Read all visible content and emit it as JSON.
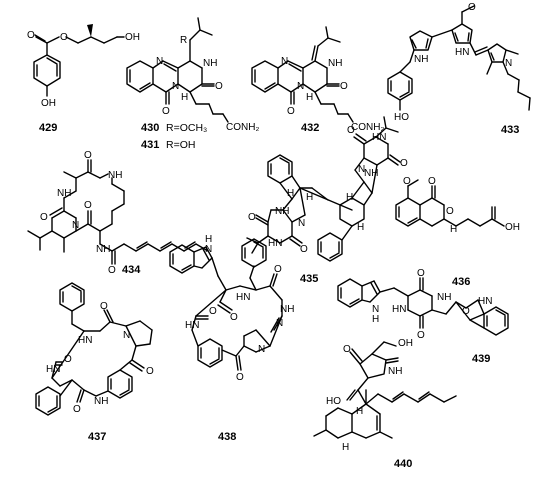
{
  "compounds": {
    "c429": {
      "number": "429",
      "atoms": {
        "o1": "O",
        "o2": "O",
        "oh1": "OH",
        "oh2": "OH"
      }
    },
    "c430": {
      "number": "430",
      "r_label": "R=OCH₃"
    },
    "c431": {
      "number": "431",
      "r_label": "R=OH"
    },
    "c430_431": {
      "atoms": {
        "n1": "N",
        "n2": "N",
        "nh": "NH",
        "r": "R",
        "o1": "O",
        "o2": "O",
        "h": "H",
        "conh2": "CONH₂"
      }
    },
    "c432": {
      "number": "432",
      "atoms": {
        "n1": "N",
        "n2": "N",
        "nh": "NH",
        "o1": "O",
        "o2": "O",
        "h": "H",
        "conh2": "CONH₂"
      }
    },
    "c433": {
      "number": "433",
      "atoms": {
        "nh1": "NH",
        "nh2": "HN",
        "n": "N",
        "o": "O",
        "oh": "HO"
      }
    },
    "c434": {
      "number": "434",
      "atoms": {
        "o1": "O",
        "nh1": "NH",
        "nh2": "NH",
        "o2": "O",
        "n": "N",
        "o3": "O",
        "nh3": "NH",
        "o4": "O"
      }
    },
    "c435": {
      "number": "435",
      "atoms": {
        "o1": "O",
        "nh1": "NH",
        "n1": "N",
        "o2": "O",
        "hn1": "HN",
        "n2": "N",
        "h1": "H",
        "h2": "H",
        "o3": "O",
        "nh2": "NH",
        "n3": "N",
        "h3": "H",
        "o4": "O",
        "hn2": "HN",
        "h4": "H"
      }
    },
    "c436": {
      "number": "436",
      "atoms": {
        "o1": "O",
        "o2": "O",
        "o3": "O",
        "h": "H",
        "oh": "OH"
      }
    },
    "c437": {
      "number": "437",
      "atoms": {
        "o1": "O",
        "nh1": "HN",
        "n": "N",
        "o2": "O",
        "nh2": "HN",
        "nh3": "NH",
        "o3": "O",
        "o4": "O"
      }
    },
    "c438": {
      "number": "438",
      "atoms": {
        "nh0": "N",
        "h0": "H",
        "o1": "O",
        "nh1": "HN",
        "nh2": "N",
        "o2": "O",
        "hn": "HN",
        "nh3": "NH",
        "n": "N",
        "o3": "O",
        "o4": "O"
      }
    },
    "c439": {
      "number": "439",
      "atoms": {
        "nh0": "N",
        "h0": "H",
        "o1": "O",
        "nh1": "NH",
        "o2": "O",
        "nh2": "HN",
        "o3": "O",
        "hn": "HN"
      }
    },
    "c440": {
      "number": "440",
      "atoms": {
        "o1": "O",
        "nh": "NH",
        "oh": "OH",
        "ho": "HO",
        "h1": "H",
        "h2": "H"
      }
    }
  }
}
